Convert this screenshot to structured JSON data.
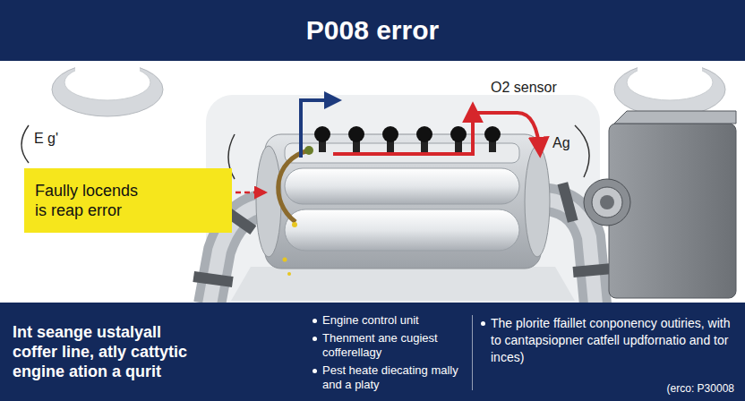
{
  "diagram": {
    "title": "P008 error",
    "nodes": [
      {
        "text": [
          "Faully locends is reap error"
        ]
      },
      {
        "text": [
          "Int seange ustalyall coffer line, atly cattytic engine ation a qurit",
          "Engine control unit",
          "Thenment ane cugiest cofferellagy",
          "Pest heate diecating mally and a platy",
          "The plorite ffaillet conponency outiries, with to cantapsiopner catfell updfornatio and tor inces)",
          "(erco: P30008"
        ]
      }
    ],
    "labels": [
      "O2 sensor",
      "E g'",
      "Ag"
    ]
  }
}
